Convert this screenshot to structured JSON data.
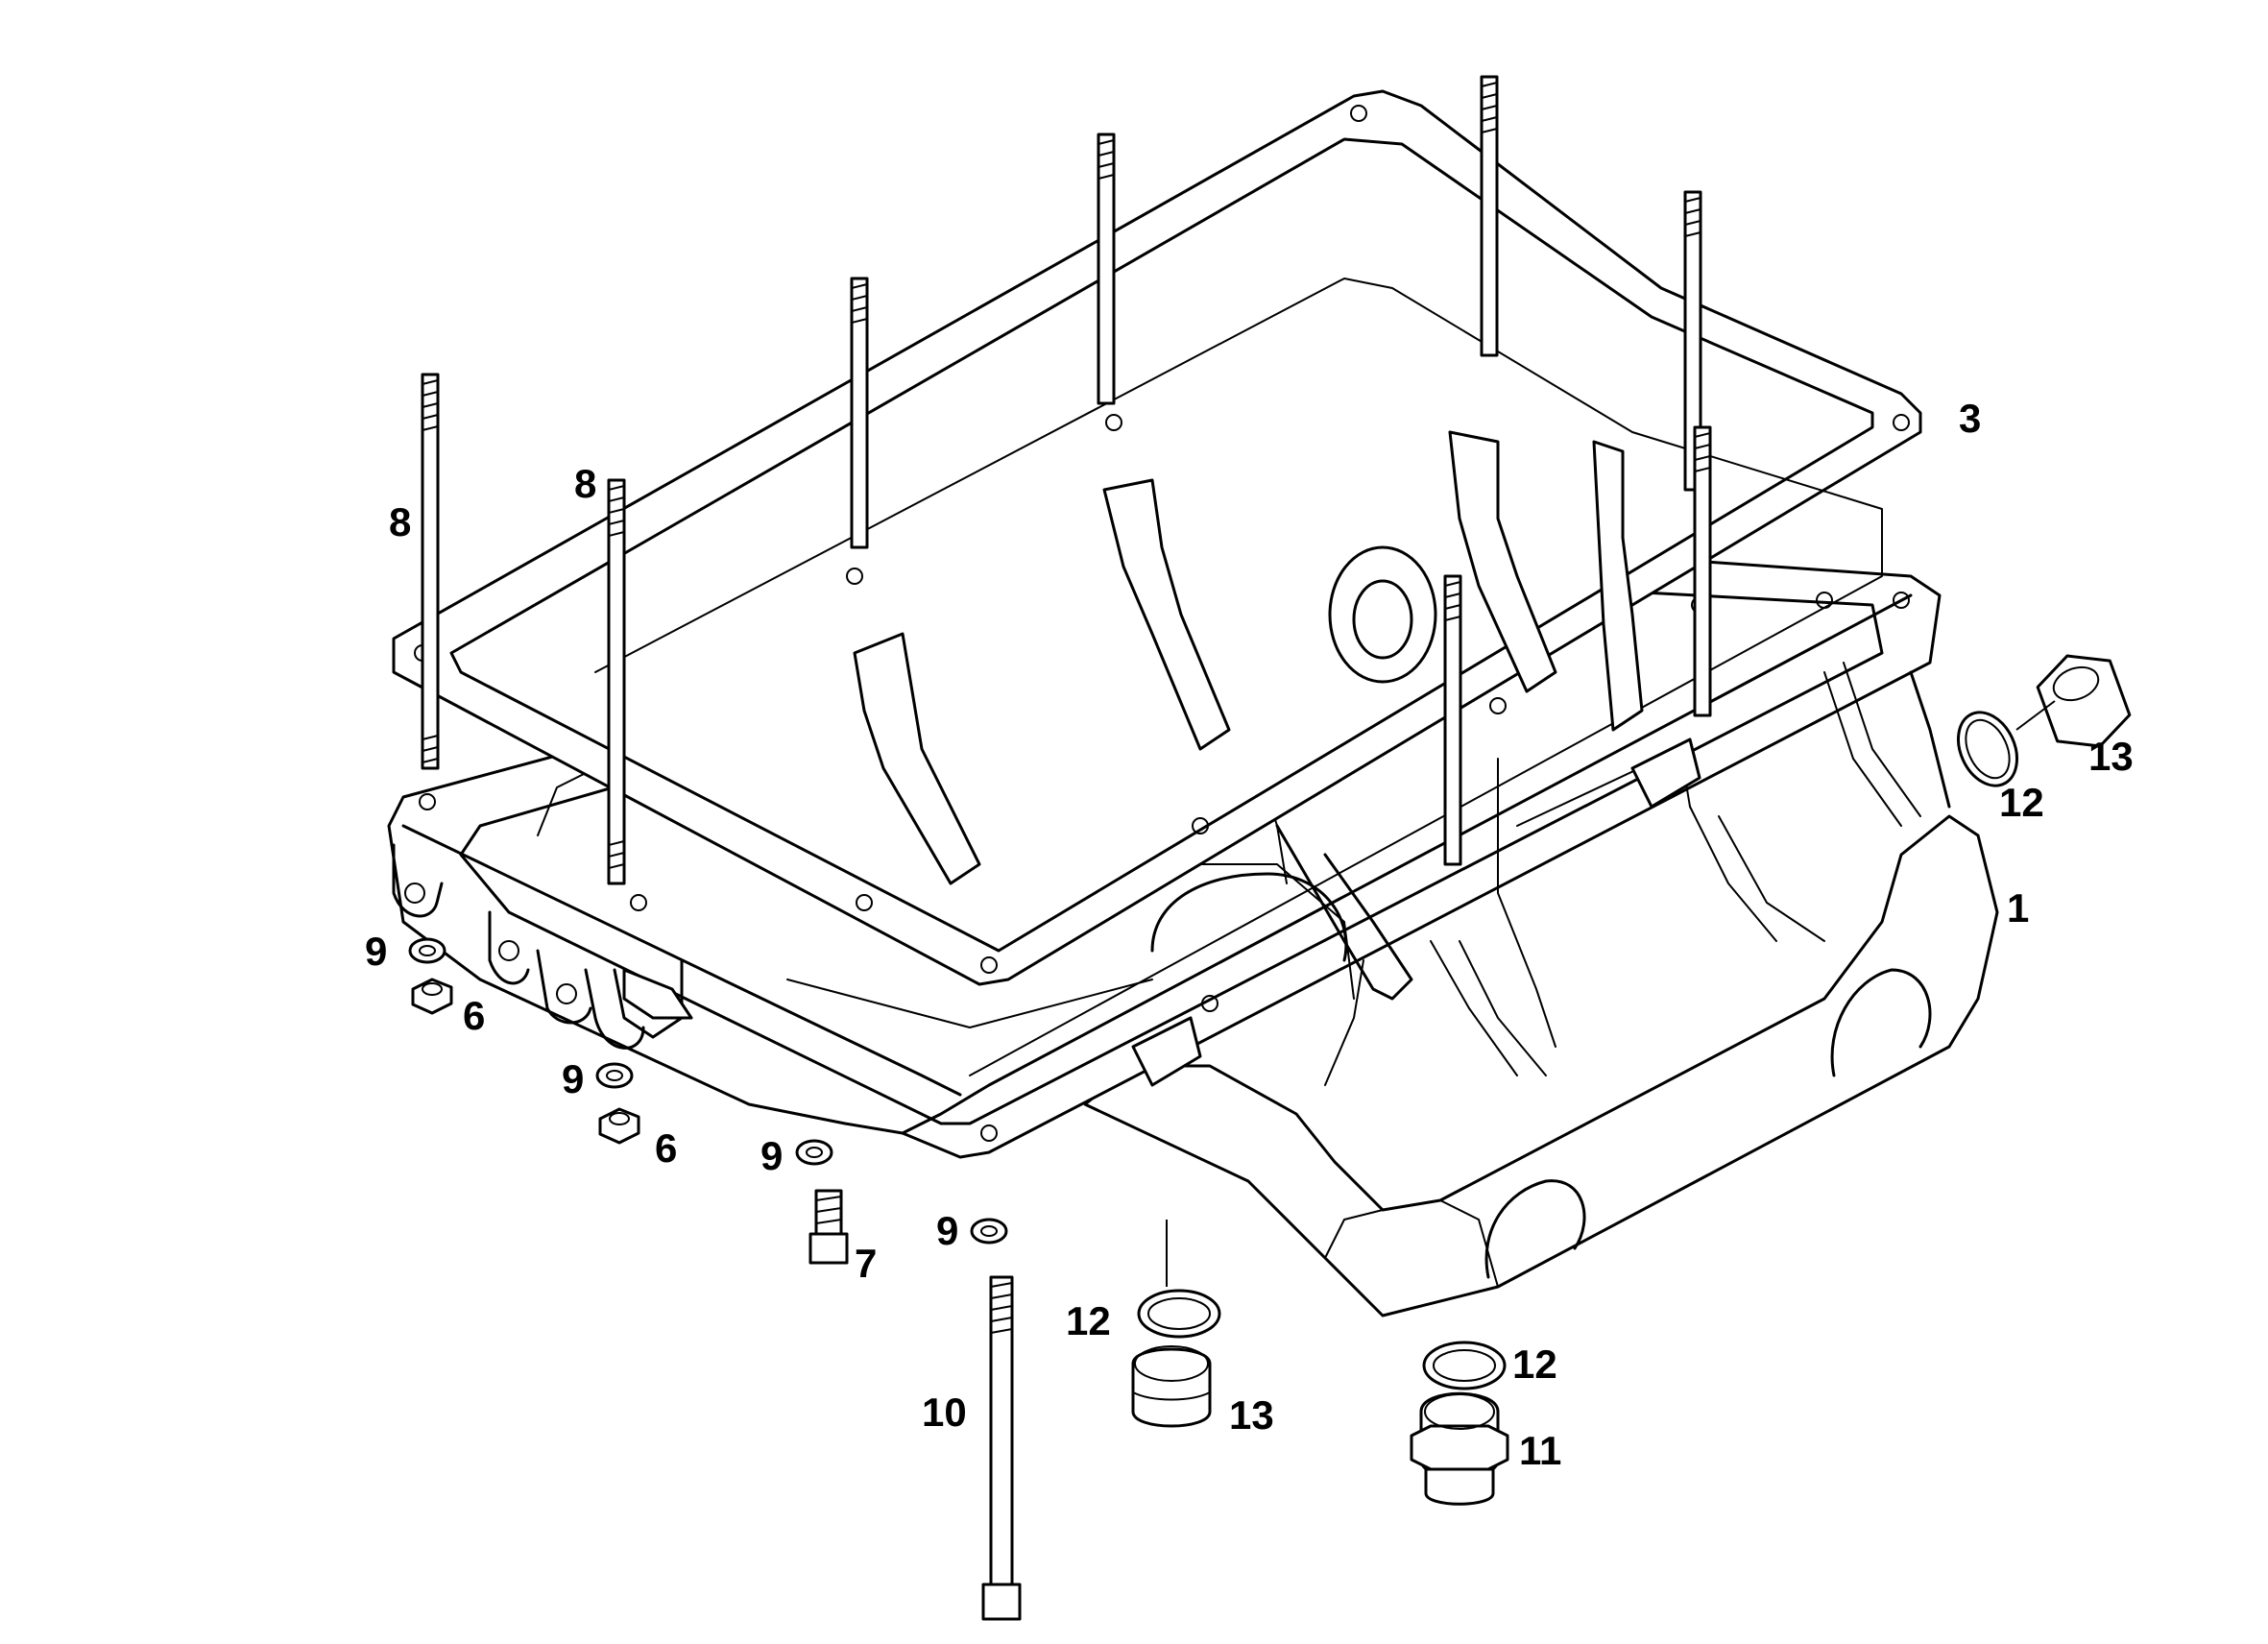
{
  "callouts": {
    "c1": "1",
    "c3": "3",
    "c6a": "6",
    "c6b": "6",
    "c7": "7",
    "c8a": "8",
    "c8b": "8",
    "c9a": "9",
    "c9b": "9",
    "c9c": "9",
    "c9d": "9",
    "c10": "10",
    "c11": "11",
    "c12a": "12",
    "c12b": "12",
    "c12c": "12",
    "c13a": "13",
    "c13b": "13"
  },
  "colors": {
    "line": "#000000",
    "background": "#ffffff"
  }
}
